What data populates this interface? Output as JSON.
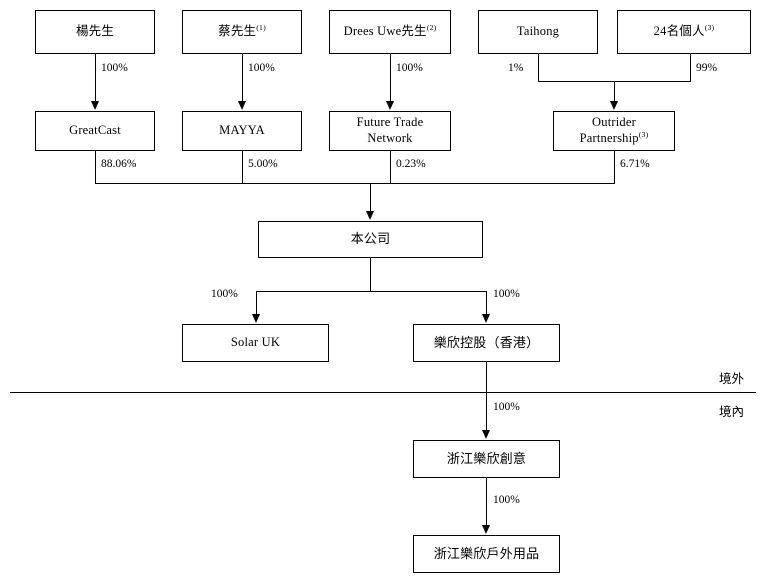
{
  "diagram": {
    "title": "Corporate Shareholding Structure",
    "line_color": "#000000",
    "background_color": "#ffffff"
  },
  "nodes": {
    "yang": {
      "label": "楊先生",
      "sup": ""
    },
    "cai": {
      "label": "蔡先生",
      "sup": "(1)"
    },
    "drees": {
      "label": "Drees Uwe先生",
      "sup": "(2)"
    },
    "taihong": {
      "label": "Taihong",
      "sup": ""
    },
    "individuals24": {
      "label": "24名個人",
      "sup": "(3)"
    },
    "greatcast": {
      "label": "GreatCast",
      "sup": ""
    },
    "mayya": {
      "label": "MAYYA",
      "sup": ""
    },
    "futuretrade": {
      "label": "Future Trade\nNetwork",
      "sup": ""
    },
    "outrider": {
      "label": "Outrider\nPartnership",
      "sup": "(3)"
    },
    "company": {
      "label": "本公司",
      "sup": ""
    },
    "solaruk": {
      "label": "Solar UK",
      "sup": ""
    },
    "lexin_hk": {
      "label": "樂欣控股（香港）",
      "sup": ""
    },
    "zhejiang_chuangyi": {
      "label": "浙江樂欣創意",
      "sup": ""
    },
    "zhejiang_outdoor": {
      "label": "浙江樂欣戶外用品",
      "sup": ""
    }
  },
  "percentages": {
    "yang_to_greatcast": "100%",
    "cai_to_mayya": "100%",
    "drees_to_futuretrade": "100%",
    "taihong_to_outrider": "1%",
    "individuals24_to_outrider": "99%",
    "greatcast_to_company": "88.06%",
    "mayya_to_company": "5.00%",
    "futuretrade_to_company": "0.23%",
    "outrider_to_company": "6.71%",
    "company_to_solaruk": "100%",
    "company_to_lexin_hk": "100%",
    "lexin_hk_to_chuangyi": "100%",
    "chuangyi_to_outdoor": "100%"
  },
  "regions": {
    "offshore": "境外",
    "onshore": "境內"
  }
}
